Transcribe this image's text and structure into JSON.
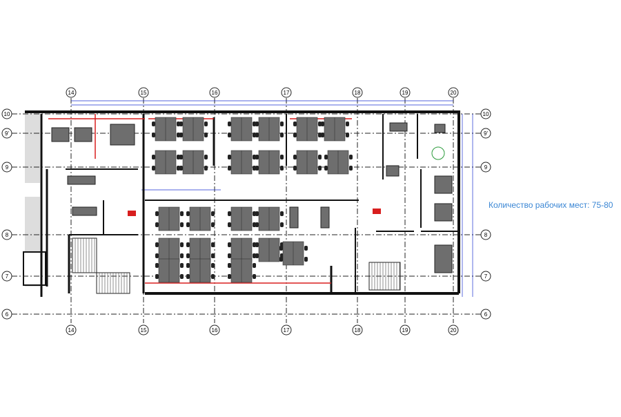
{
  "caption": "Количество рабочих мест: 75-80",
  "grid_columns": [
    "14",
    "15",
    "16",
    "17",
    "18",
    "19",
    "20"
  ],
  "grid_rows": [
    "10",
    "9'",
    "9",
    "8",
    "7",
    "6"
  ],
  "colors": {
    "wall": "#111111",
    "desk": "#6e6e6e",
    "chair": "#222222",
    "dimension": "#1a2fd0",
    "accent_wall": "#d81e1e",
    "caption": "#3a86d4"
  }
}
